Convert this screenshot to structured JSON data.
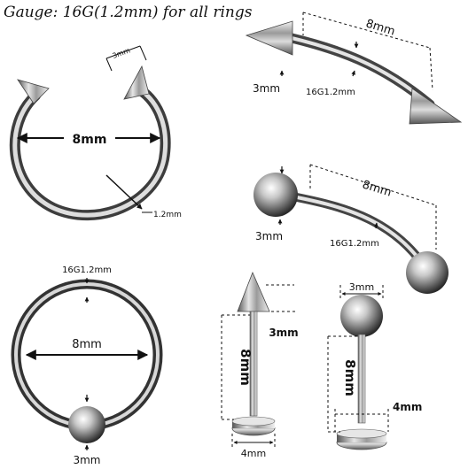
{
  "title": "Gauge: 16G(1.2mm) for all rings",
  "horseshoe": {
    "spike_label": "3mm",
    "diameter_label": "8mm",
    "gauge_label": "1.2mm"
  },
  "curved_spike": {
    "length_label": "8mm",
    "spike_label": "3mm",
    "gauge_label": "16G1.2mm"
  },
  "curved_ball": {
    "length_label": "8mm",
    "ball_label": "3mm",
    "gauge_label": "16G1.2mm"
  },
  "captive_ring": {
    "gauge_label": "16G1.2mm",
    "diameter_label": "8mm",
    "ball_label": "3mm"
  },
  "labret_spike": {
    "spike_label": "3mm",
    "length_label": "8mm",
    "disc_label": "4mm"
  },
  "labret_ball": {
    "ball_label": "3mm",
    "length_label": "8mm",
    "disc_label": "4mm"
  }
}
